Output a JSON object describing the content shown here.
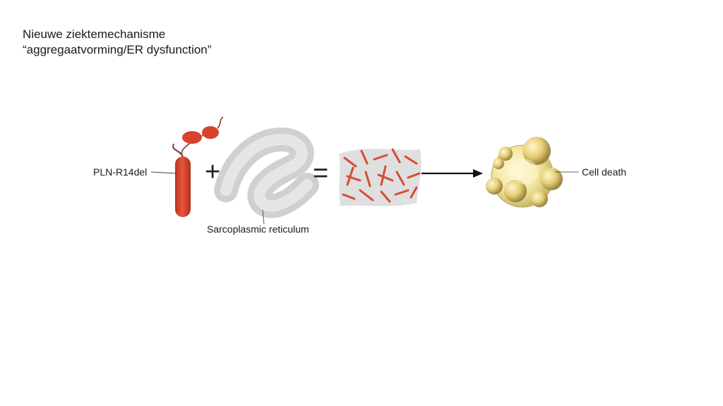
{
  "slide": {
    "title_line1": "Nieuwe ziektemechanisme",
    "title_line2": "“aggregaatvorming/ER dysfunction”"
  },
  "labels": {
    "protein": "PLN-R14del",
    "reticulum": "Sarcoplasmic reticulum",
    "outcome": "Cell death"
  },
  "symbols": {
    "plus": "+",
    "equals": "="
  },
  "colors": {
    "protein": "#d8432e",
    "reticulum": "#b8b8b8",
    "cell": "#f3e6a0",
    "arrow": "#111111"
  },
  "icons": [
    "protein-helix-icon",
    "reticulum-icon",
    "aggregate-icon",
    "arrow-right-icon",
    "dying-cell-icon"
  ]
}
